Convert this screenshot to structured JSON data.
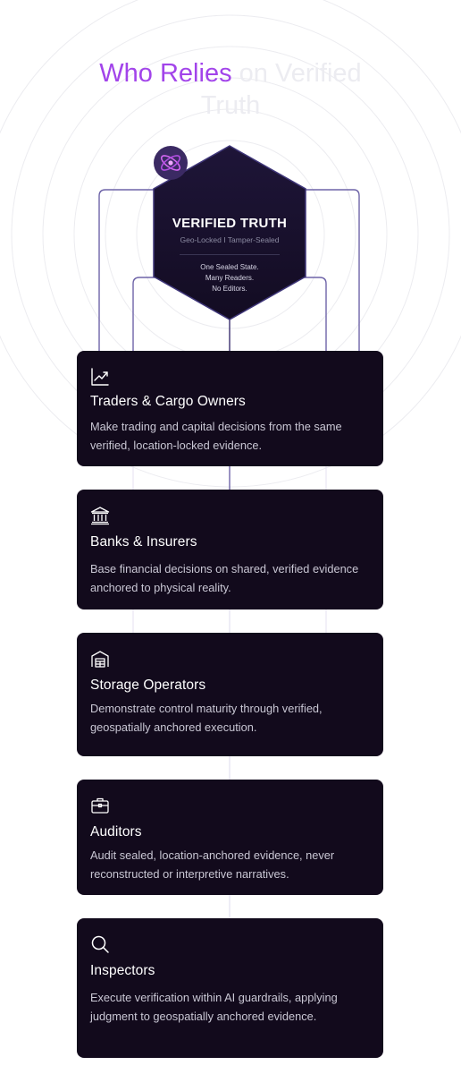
{
  "header": {
    "title_highlight": "Who Relies",
    "title_rest": "on Verified",
    "title_line2": "Truth"
  },
  "hub": {
    "title": "VERIFIED TRUTH",
    "subtitle": "Geo-Locked I Tamper-Sealed",
    "lines": [
      "One Sealed State.",
      "Many Readers.",
      "No Editors."
    ],
    "logo_icon": "orbit-atom-icon"
  },
  "colors": {
    "accent": "#a244ea",
    "card_bg": "#120a1c",
    "hex_bg": "#1a1230",
    "connector": "#7b6fb4"
  },
  "cards": [
    {
      "icon": "trending-chart-icon",
      "title": "Traders & Cargo Owners",
      "desc": "Make trading and capital decisions from the same verified, location-locked evidence."
    },
    {
      "icon": "bank-icon",
      "title": "Banks & Insurers",
      "desc": "Base financial decisions on shared, verified evidence anchored to physical reality."
    },
    {
      "icon": "warehouse-icon",
      "title": "Storage Operators",
      "desc": "Demonstrate control maturity through verified, geospatially anchored execution."
    },
    {
      "icon": "briefcase-icon",
      "title": "Auditors",
      "desc": "Audit sealed, location-anchored evidence, never reconstructed or interpretive narratives."
    },
    {
      "icon": "search-icon",
      "title": "Inspectors",
      "desc": "Execute verification within AI guardrails, applying judgment to geospatially anchored evidence."
    }
  ]
}
